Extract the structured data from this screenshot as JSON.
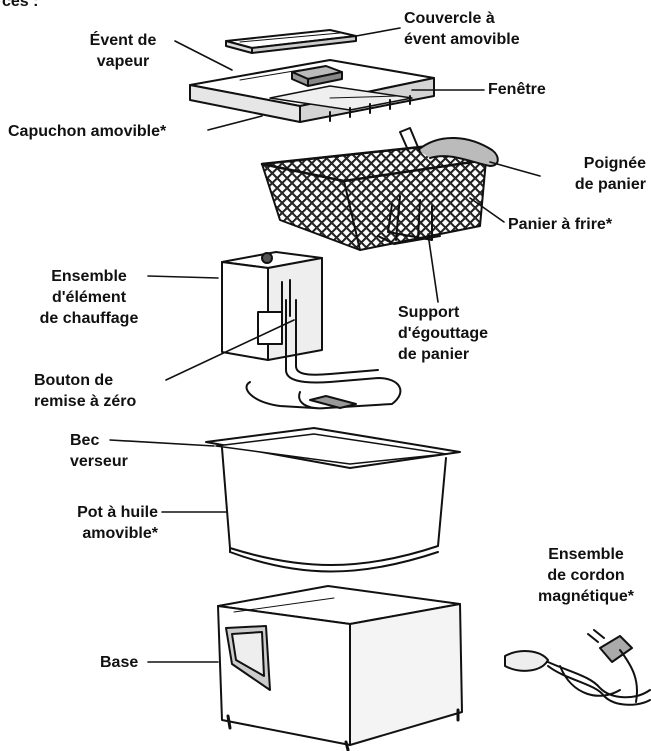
{
  "header_fragment": "ces :",
  "labels": {
    "couvercle": [
      "Couvercle à",
      "évent amovible"
    ],
    "event": [
      "Évent de",
      "vapeur"
    ],
    "fenetre": [
      "Fenêtre"
    ],
    "capuchon": [
      "Capuchon amovible*"
    ],
    "poignee": [
      "Poignée",
      "de panier"
    ],
    "panier": [
      "Panier à frire*"
    ],
    "ensemble_element": [
      "Ensemble",
      "d'élément",
      "de chauffage"
    ],
    "support": [
      "Support",
      "d'égouttage",
      "de panier"
    ],
    "bouton": [
      "Bouton de",
      "remise à zéro"
    ],
    "bec": [
      "Bec",
      "verseur"
    ],
    "pot": [
      "Pot à huile",
      "amovible*"
    ],
    "cordon": [
      "Ensemble",
      "de cordon",
      "magnétique*"
    ],
    "base": [
      "Base"
    ]
  },
  "colors": {
    "ink": "#111111",
    "background": "#ffffff"
  }
}
